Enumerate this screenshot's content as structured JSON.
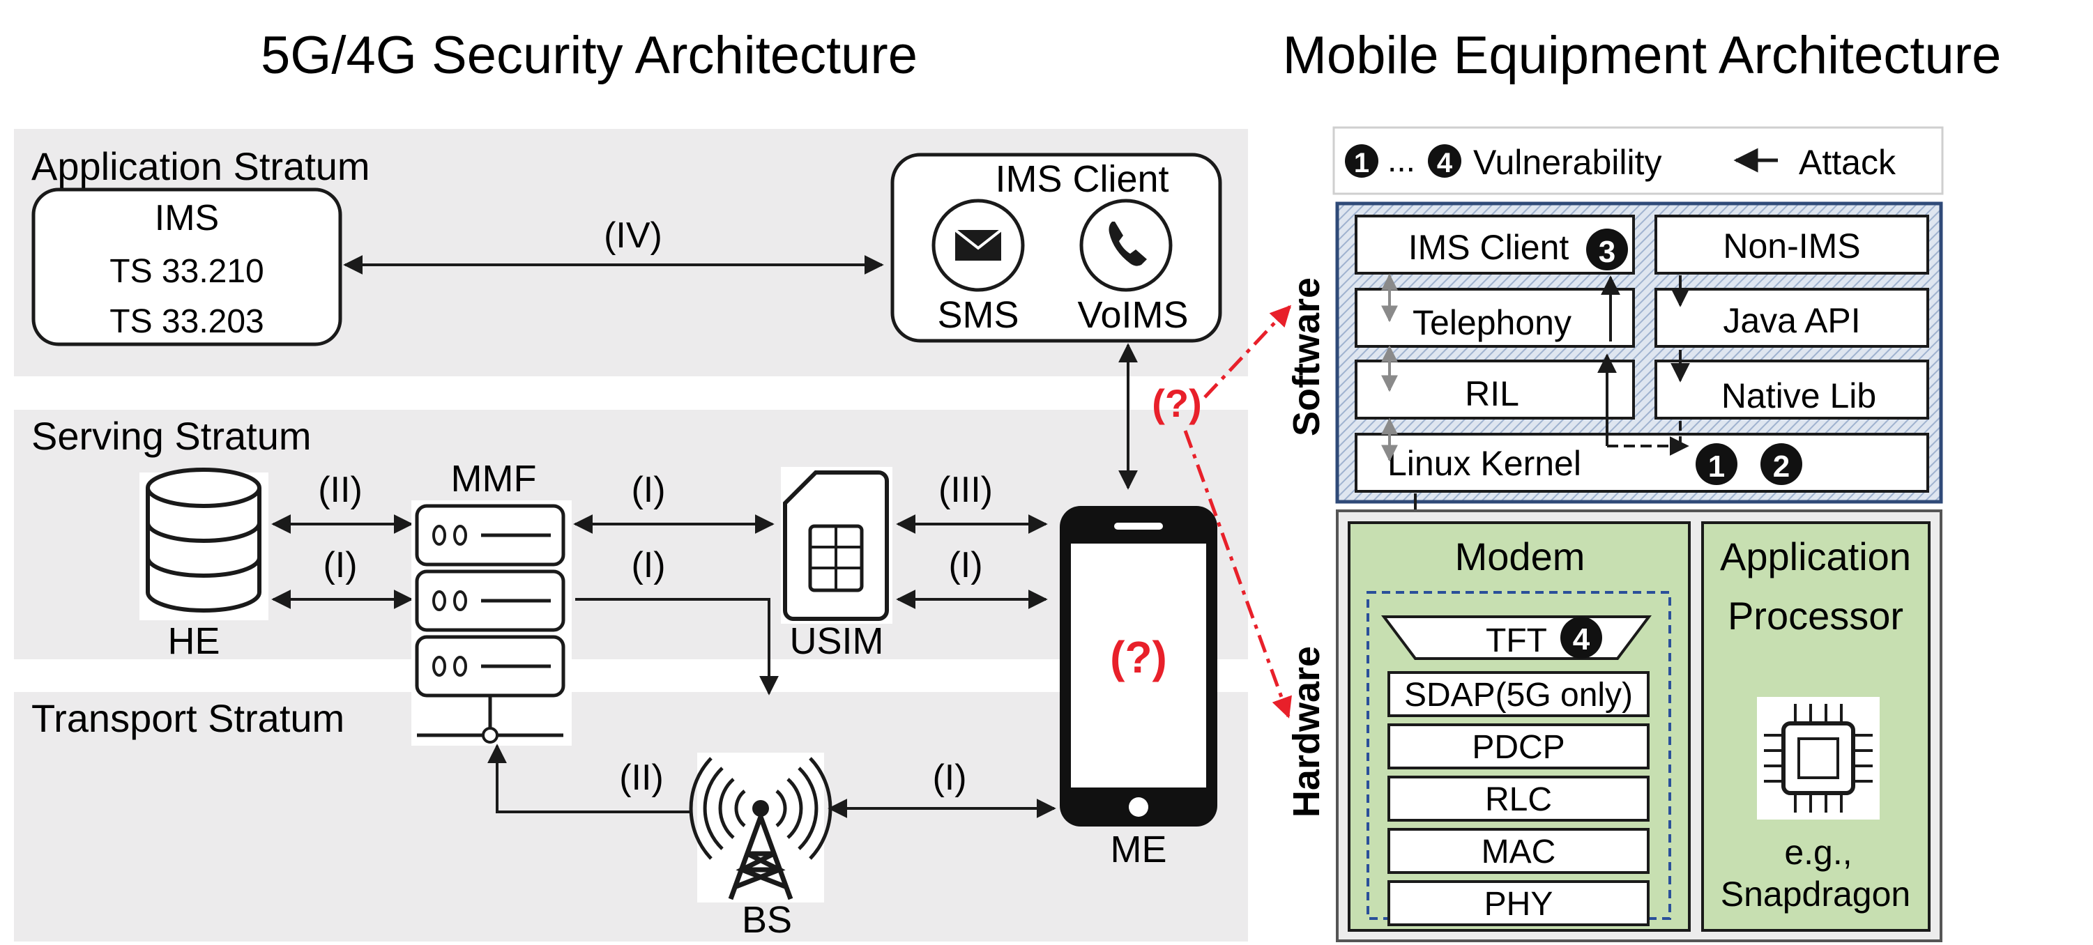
{
  "titles": {
    "left": "5G/4G Security Architecture",
    "right": "Mobile Equipment Architecture"
  },
  "strata": {
    "application": "Application Stratum",
    "serving": "Serving Stratum",
    "transport": "Transport Stratum"
  },
  "ims": {
    "title": "IMS",
    "spec1": "TS 33.210",
    "spec2": "TS 33.203"
  },
  "ims_client": {
    "title": "IMS Client",
    "sms": "SMS",
    "volms": "VoIMS"
  },
  "nodes": {
    "he": "HE",
    "mmf": "MMF",
    "usim": "USIM",
    "me": "ME",
    "bs": "BS"
  },
  "links": {
    "ims_client": "(IV)",
    "he_mmf_top": "(II)",
    "he_mmf_bottom": "(I)",
    "mmf_usim_top": "(I)",
    "mmf_bs": "(I)",
    "usim_me_top": "(III)",
    "usim_me_bottom": "(I)",
    "bs_mmf": "(II)",
    "bs_me": "(I)",
    "unknown_link": "(?)",
    "unknown_me": "(?)"
  },
  "legend": {
    "n1": "1",
    "ellipsis": "...",
    "n4": "4",
    "vulnerability": "Vulnerability",
    "attack": "Attack"
  },
  "software": {
    "label": "Software",
    "ims_client": "IMS Client",
    "non_ims": "Non-IMS",
    "telephony": "Telephony",
    "java_api": "Java API",
    "ril": "RIL",
    "native_lib": "Native Lib",
    "linux_kernel": "Linux Kernel",
    "badge1": "1",
    "badge2": "2",
    "badge3": "3"
  },
  "hardware": {
    "label": "Hardware",
    "modem": "Modem",
    "tft": "TFT",
    "badge4": "4",
    "sdap": "SDAP(5G only)",
    "pdcp": "PDCP",
    "rlc": "RLC",
    "mac": "MAC",
    "phy": "PHY",
    "ap_line1": "Application",
    "ap_line2": "Processor",
    "ap_eg": "e.g.,",
    "ap_chip": "Snapdragon"
  },
  "colors": {
    "stratum_bg": "#ecebec",
    "box_stroke": "#1a1a1a",
    "software_bg": "#cfd8e6",
    "software_border": "#2f4a78",
    "hardware_bg": "#c7dfb1",
    "modem_inner_border": "#2a4f9a",
    "attack_red": "#e8202a",
    "grey_arrow": "#8a8a8a"
  }
}
